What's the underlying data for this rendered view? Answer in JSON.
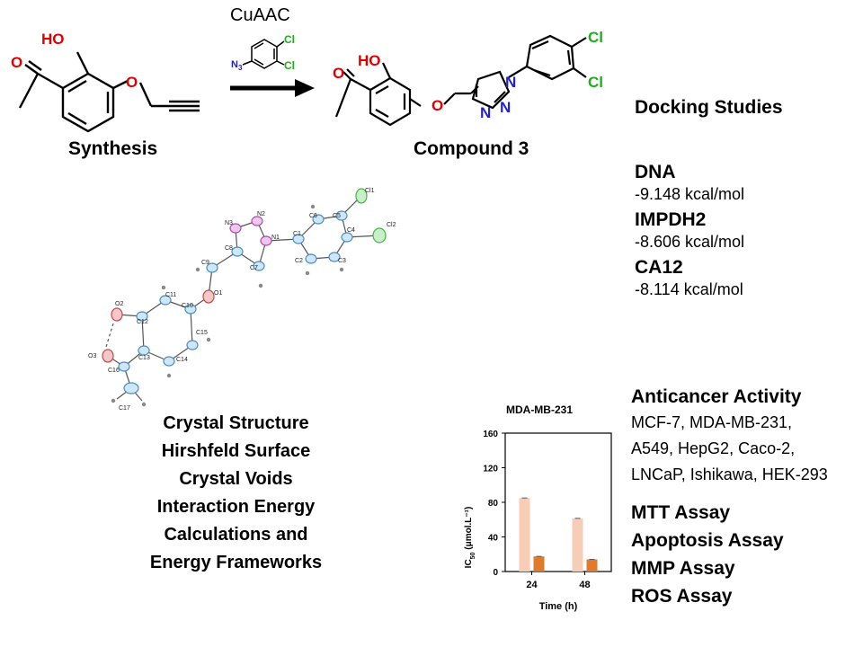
{
  "synthesis": {
    "label": "Synthesis",
    "reaction_label": "CuAAC",
    "reagent_atoms": {
      "n3": "N",
      "n3_sub": "3",
      "cl_a": "Cl",
      "cl_b": "Cl"
    },
    "start_atoms": {
      "ho": "HO",
      "o_ketone": "O",
      "o_ether": "O"
    }
  },
  "product": {
    "label": "Compound 3",
    "atoms": {
      "ho": "HO",
      "o_ketone": "O",
      "o_ether": "O",
      "n1": "N",
      "n2": "N",
      "n3": "N",
      "cl_top": "Cl",
      "cl_bottom": "Cl"
    }
  },
  "docking": {
    "title": "Docking Studies",
    "targets": [
      {
        "name": "DNA",
        "energy": "-9.148 kcal/mol"
      },
      {
        "name": "IMPDH2",
        "energy": "-8.606 kcal/mol"
      },
      {
        "name": "CA12",
        "energy": "-8.114 kcal/mol"
      }
    ]
  },
  "crystal": {
    "atom_labels": [
      "Cl1",
      "Cl2",
      "N3",
      "N2",
      "N1",
      "C6",
      "C5",
      "C4",
      "C1",
      "C2",
      "C3",
      "C8",
      "C7",
      "C9",
      "O1",
      "C11",
      "C10",
      "O2",
      "C12",
      "C15",
      "C13",
      "C14",
      "O3",
      "C16",
      "C17"
    ],
    "analyses": [
      "Crystal Structure",
      "Hirshfeld Surface",
      "Crystal Voids",
      "Interaction Energy",
      "Calculations and",
      "Energy Frameworks"
    ]
  },
  "anticancer": {
    "title": "Anticancer Activity",
    "lines": [
      "MCF-7, MDA-MB-231,",
      "A549, HepG2, Caco-2,",
      "LNCaP, Ishikawa, HEK-293"
    ],
    "assays": [
      "MTT Assay",
      "Apoptosis Assay",
      "MMP Assay",
      "ROS Assay"
    ]
  },
  "chart_data": {
    "type": "bar",
    "title": "MDA-MB-231",
    "xlabel": "Time (h)",
    "ylabel": "IC50 (μmol.L⁻¹)",
    "ylabel_main": "IC",
    "ylabel_sub": "50",
    "ylabel_rest": " (μmol.L⁻¹)",
    "categories": [
      "24",
      "48"
    ],
    "ylim": [
      0,
      160
    ],
    "yticks": [
      0,
      40,
      80,
      120,
      160
    ],
    "series": [
      {
        "values": [
          85,
          61.5
        ],
        "color": "#f8cdb8"
      },
      {
        "values": [
          17.5,
          14
        ],
        "color": "#e07b2e"
      }
    ],
    "grid": false
  }
}
